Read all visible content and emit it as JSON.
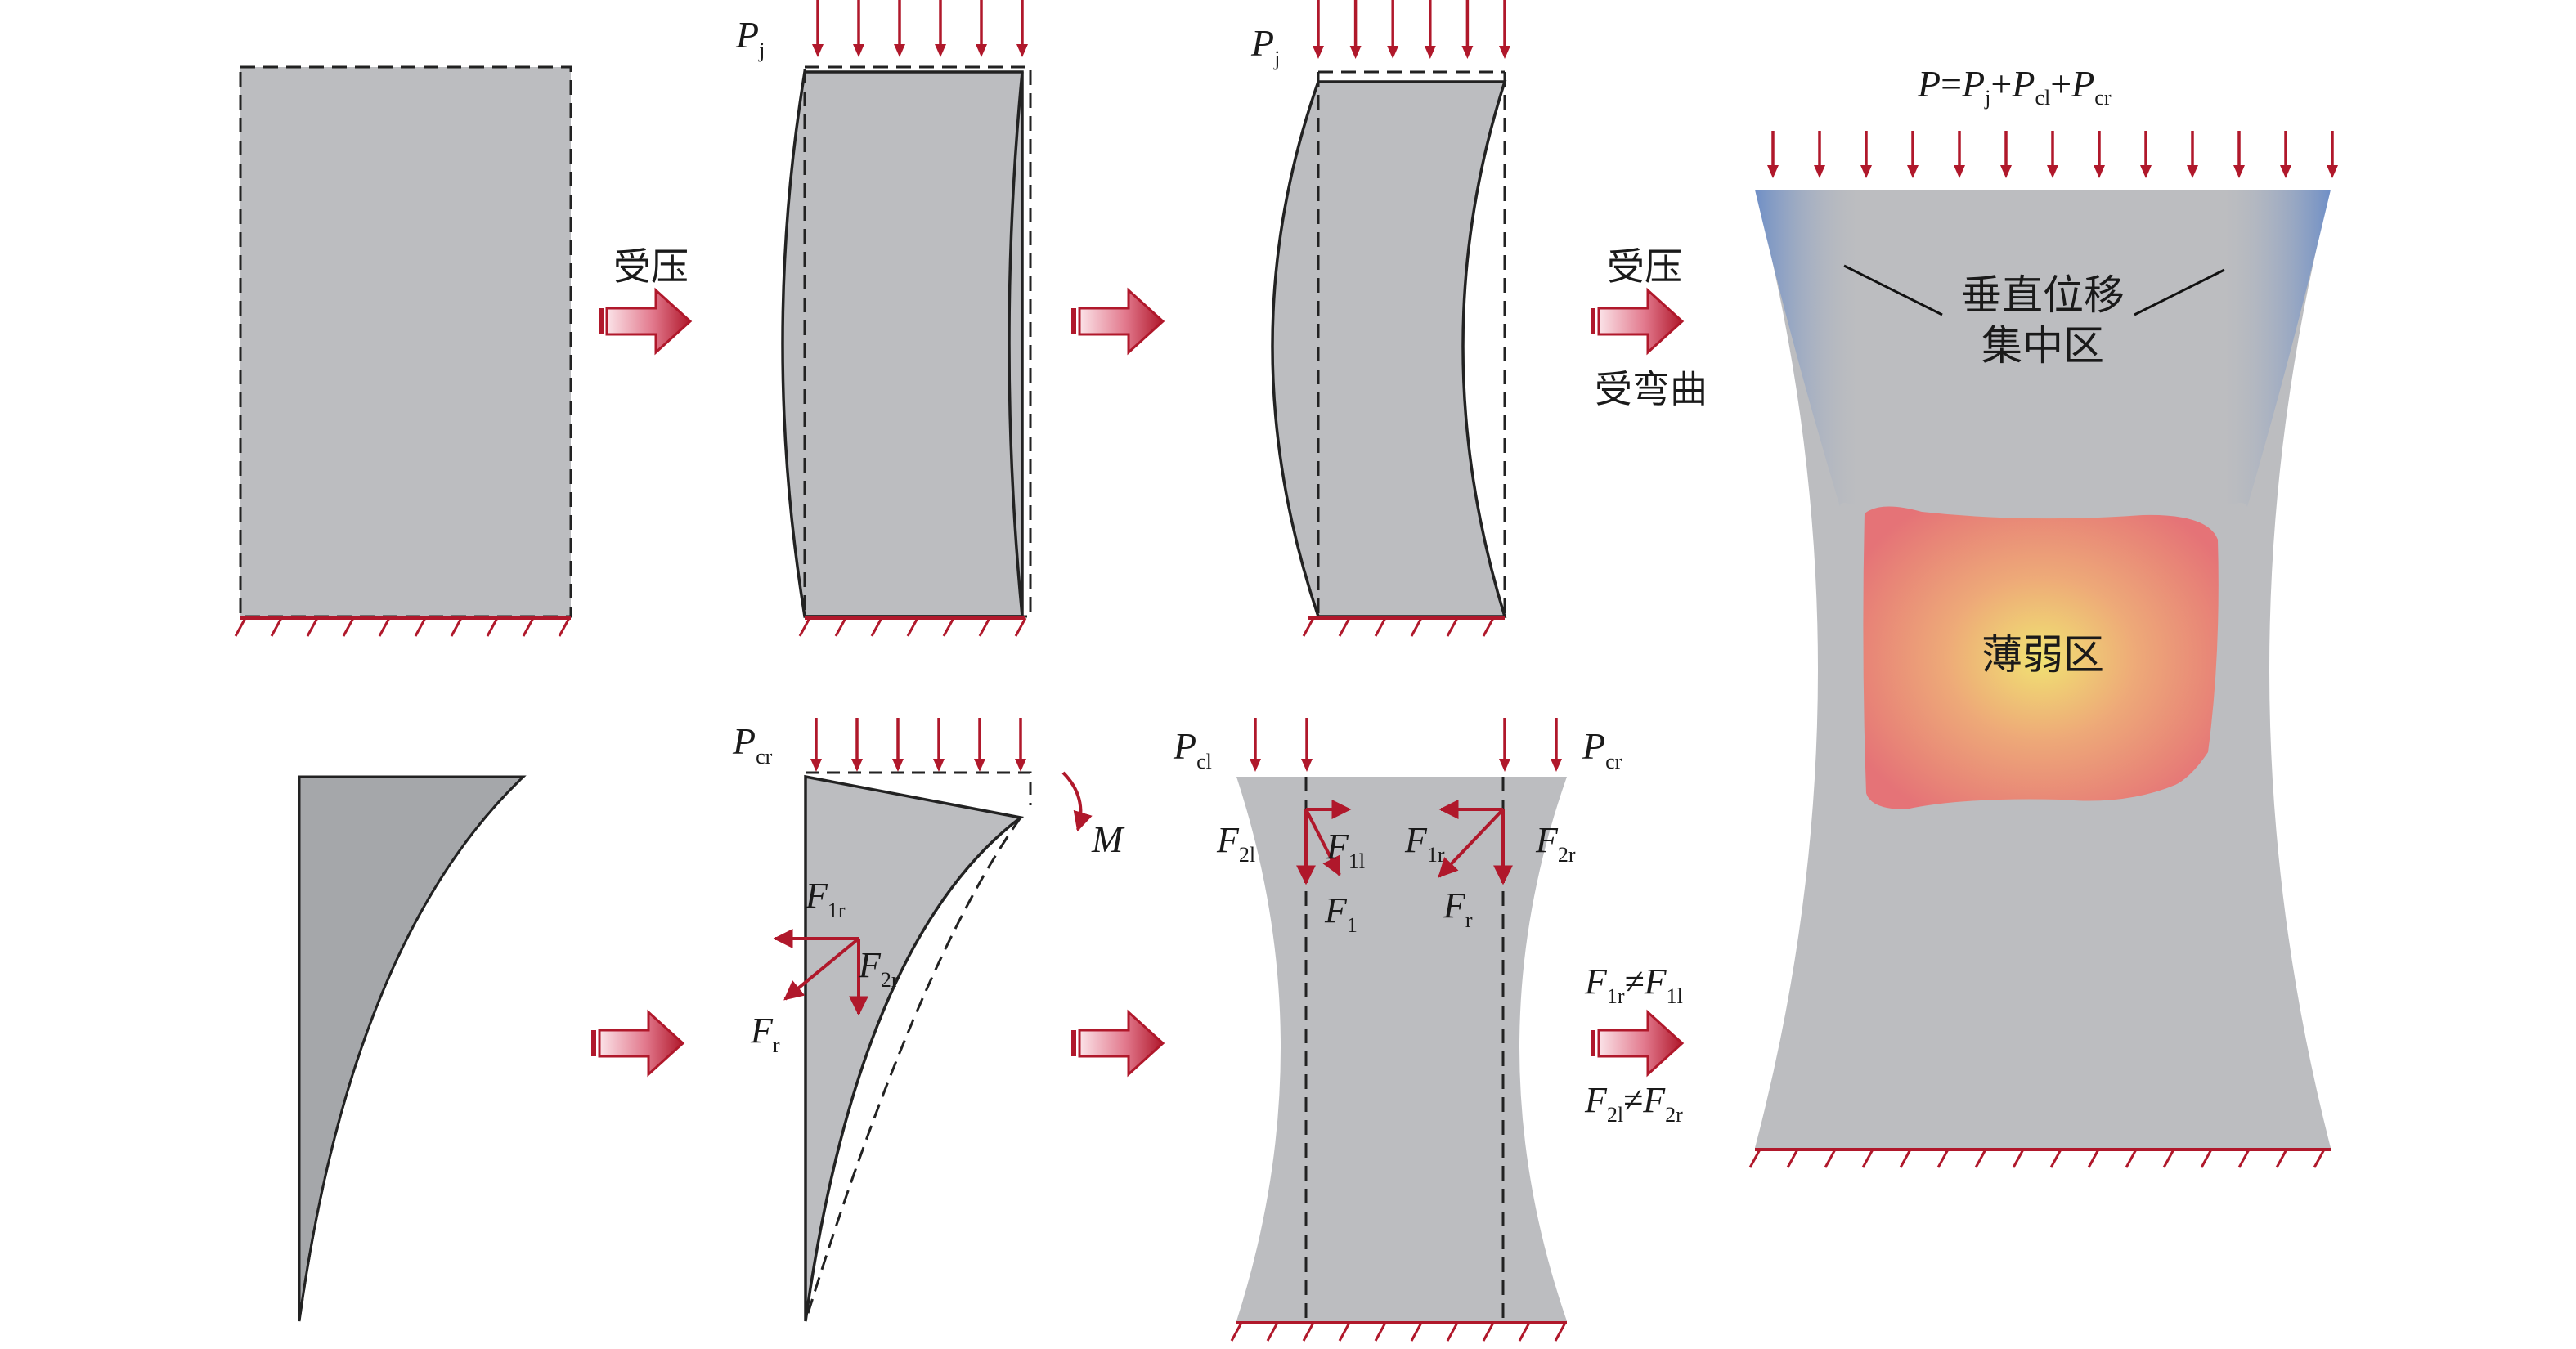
{
  "labels": {
    "compress": "受压",
    "bend": "受弯曲",
    "vertical_disp_line1": "垂直位移",
    "vertical_disp_line2": "集中区",
    "weak_zone": "薄弱区",
    "P": "P",
    "j": "j",
    "cr": "cr",
    "cl": "cl",
    "M": "M",
    "F": "F",
    "sub_1r": "1r",
    "sub_2r": "2r",
    "sub_1l": "1l",
    "sub_2l": "2l",
    "sub_1": "1",
    "sub_r": "r",
    "eq": "=",
    "plus": "+",
    "neq": "≠"
  },
  "colors": {
    "body_gray": "#bcbdc0",
    "dark_gray": "#a5a7aa",
    "force_red": "#b0182b",
    "arrow_light": "#f7cfd8",
    "arrow_dark": "#b0182b",
    "edge_blue": "#6f8fc6",
    "weak_core": "#f2e06a",
    "weak_edge": "#e76f6f"
  },
  "icons": {
    "process_arrow": "block-right-arrow",
    "load_arrow": "down-arrow",
    "moment_arrow": "curved-arrow",
    "fixed_support": "hatched-ground"
  }
}
